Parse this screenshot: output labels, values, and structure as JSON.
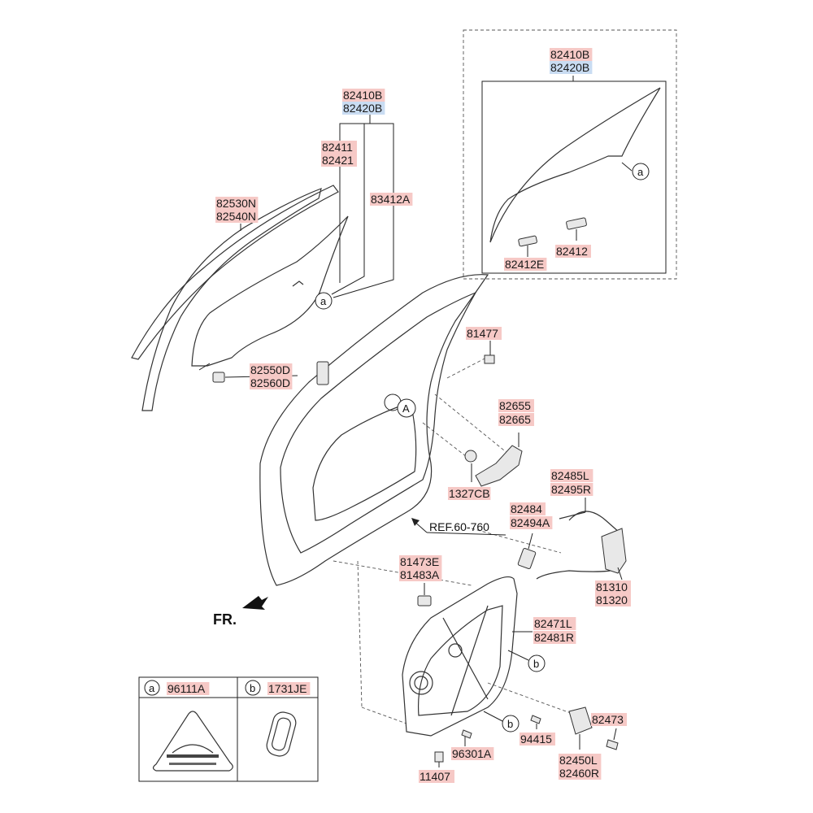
{
  "labels": {
    "p82410B_top": "82410B",
    "p82420B_top": "82420B",
    "p82411": "82411",
    "p82421": "82421",
    "p83412A": "83412A",
    "p82530N": "82530N",
    "p82540N": "82540N",
    "p82550D": "82550D",
    "p82560D": "82560D",
    "p81477": "81477",
    "p82655": "82655",
    "p82665": "82665",
    "p1327CB": "1327CB",
    "p82485L": "82485L",
    "p82495R": "82495R",
    "p82484": "82484",
    "p82494A": "82494A",
    "ref": "REF.60-760",
    "p81473E": "81473E",
    "p81483A": "81483A",
    "p81310": "81310",
    "p81320": "81320",
    "p82471L": "82471L",
    "p82481R": "82481R",
    "p82473": "82473",
    "p94415": "94415",
    "p96301A": "96301A",
    "p82450L": "82450L",
    "p82460R": "82460R",
    "p11407": "11407",
    "inset_82410B": "82410B",
    "inset_82420B": "82420B",
    "inset_82412": "82412",
    "inset_82412E": "82412E",
    "fr": "FR.",
    "legend_a_code": "96111A",
    "legend_b_code": "1731JE"
  },
  "callouts": {
    "a": "a",
    "b": "b",
    "A": "A"
  },
  "colors": {
    "label_fill": "#f6c9c6",
    "label_blue_fill": "#c9dcf2"
  }
}
